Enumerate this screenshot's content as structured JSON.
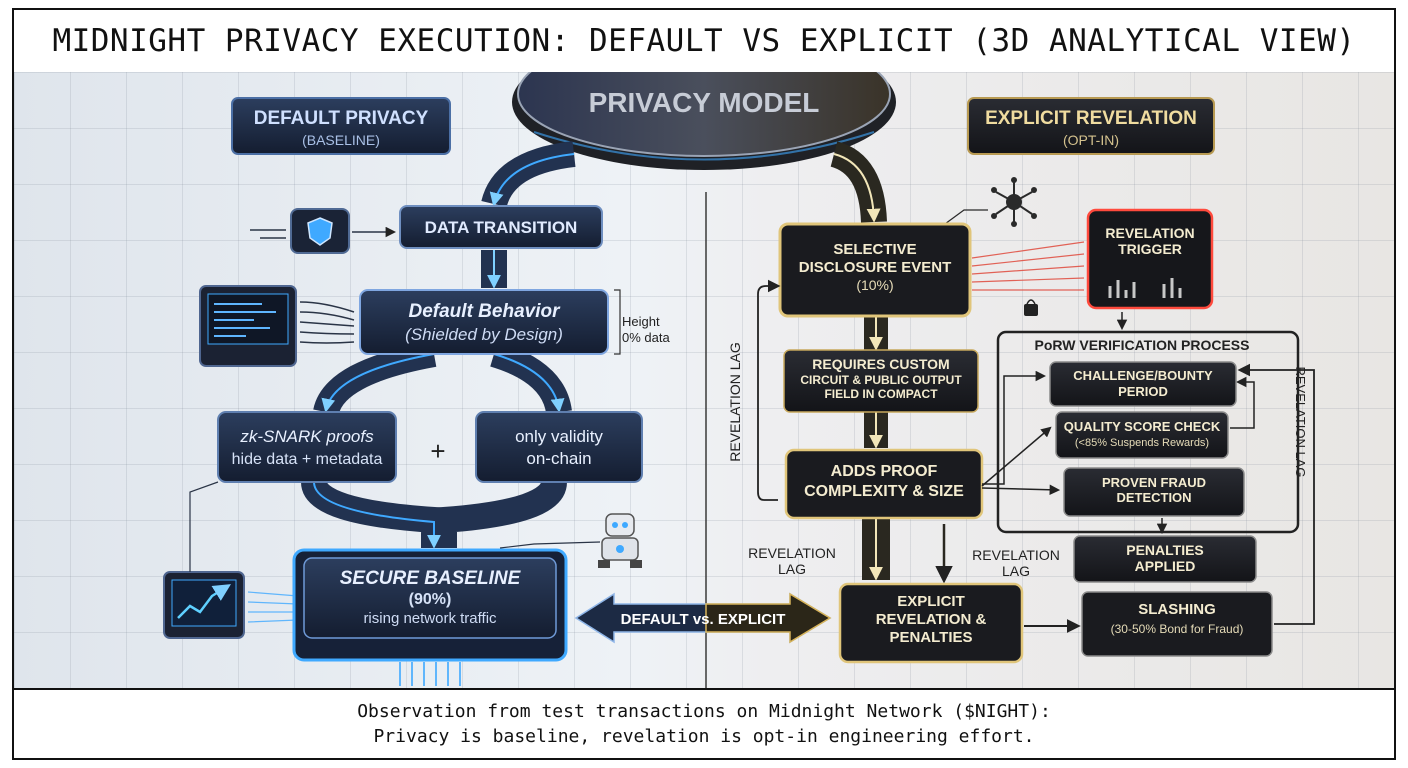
{
  "title": "MIDNIGHT PRIVACY EXECUTION: DEFAULT VS EXPLICIT (3D ANALYTICAL VIEW)",
  "center": {
    "label": "PRIVACY MODEL"
  },
  "left": {
    "header": {
      "title": "DEFAULT PRIVACY",
      "subtitle": "(BASELINE)"
    },
    "data_transition": "DATA TRANSITION",
    "default_behavior": {
      "title": "Default Behavior",
      "subtitle": "(Shielded by Design)"
    },
    "height_note": {
      "line1": "Height",
      "line2": "0% data"
    },
    "zk": {
      "line1": "zk-SNARK proofs",
      "line2": "hide data + metadata"
    },
    "plus": "+",
    "validity": {
      "line1": "only validity",
      "line2": "on-chain"
    },
    "secure": {
      "title": "SECURE BASELINE",
      "percent": "(90%)",
      "note": "rising network traffic"
    }
  },
  "comparison": "DEFAULT vs. EXPLICIT",
  "right": {
    "header": {
      "title": "EXPLICIT REVELATION",
      "subtitle": "(OPT-IN)"
    },
    "selective": {
      "line1": "SELECTIVE",
      "line2": "DISCLOSURE EVENT",
      "line3": "(10%)"
    },
    "trigger": {
      "line1": "REVELATION",
      "line2": "TRIGGER"
    },
    "requires": {
      "line1": "REQUIRES CUSTOM",
      "line2": "CIRCUIT & PUBLIC OUTPUT",
      "line3": "FIELD IN COMPACT"
    },
    "adds": {
      "line1": "ADDS PROOF",
      "line2": "COMPLEXITY & SIZE"
    },
    "explicit": {
      "line1": "EXPLICIT",
      "line2": "REVELATION &",
      "line3": "PENALTIES"
    },
    "lag_vertical": "REVELATION LAG",
    "lag_right": "REVELATION LAG",
    "lag_a": {
      "line1": "REVELATION",
      "line2": "LAG"
    },
    "lag_b": {
      "line1": "REVELATION",
      "line2": "LAG"
    },
    "porw": {
      "title": "PoRW VERIFICATION PROCESS",
      "challenge": {
        "line1": "CHALLENGE/BOUNTY",
        "line2": "PERIOD"
      },
      "quality": {
        "line1": "QUALITY SCORE CHECK",
        "line2": "(<85% Suspends Rewards)"
      },
      "fraud": {
        "line1": "PROVEN FRAUD",
        "line2": "DETECTION"
      }
    },
    "penalties": {
      "line1": "PENALTIES",
      "line2": "APPLIED"
    },
    "slashing": {
      "line1": "SLASHING",
      "line2": "(30-50% Bond for Fraud)"
    }
  },
  "caption": {
    "line1": "Observation from test transactions on Midnight Network ($NIGHT):",
    "line2": "Privacy is baseline, revelation is opt-in engineering effort."
  },
  "colors": {
    "blue_accent": "#3fa9ff",
    "gold_accent": "#d8b45a",
    "dark_panel": "#1a1c22",
    "navy_panel": "#1c2a44"
  },
  "icons": [
    "shield-icon",
    "terminal-icon",
    "chart-icon",
    "robot-icon",
    "network-icon",
    "lock-icon"
  ]
}
